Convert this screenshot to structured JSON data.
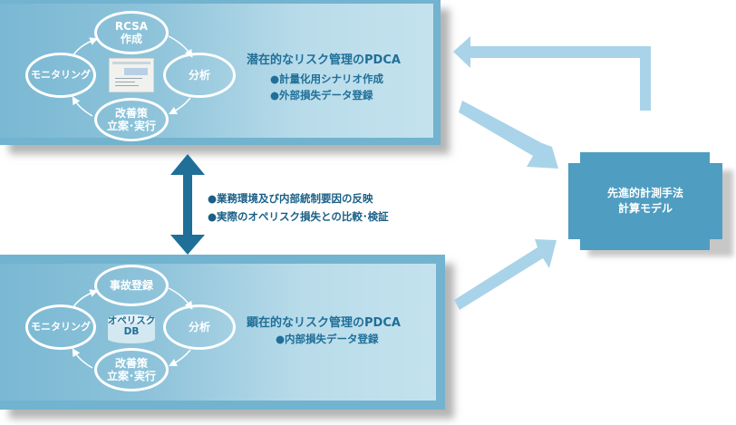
{
  "top_panel": {
    "cycle": {
      "top": "RCSA\n作成",
      "right": "分析",
      "bottom": "改善策\n立案･実行",
      "left": "モニタリング"
    },
    "center_icon": "application-screenshot-thumbnail",
    "title": "潜在的なリスク管理のPDCA",
    "bullets": [
      "●計量化用シナリオ作成",
      "●外部損失データ登録"
    ]
  },
  "middle": {
    "bullets": [
      "●業務環境及び内部統制要因の反映",
      "●実際のオペリスク損失との比較･検証"
    ]
  },
  "bottom_panel": {
    "cycle": {
      "top": "事故登録",
      "right": "分析",
      "bottom": "改善策\n立案･実行",
      "left": "モニタリング"
    },
    "center_db": "オペリスク\nDB",
    "title": "顕在的なリスク管理のPDCA",
    "bullets": [
      "●内部損失データ登録"
    ]
  },
  "model_box": {
    "text": "先進的計測手法\n計算モデル"
  },
  "colors": {
    "panel_frame": "#72b3cf",
    "panel_light": "#c4e2ee",
    "title_text": "#1f6f98",
    "bidirectional_arrow": "#1f6f98",
    "flow_arrow": "#a9d3e8",
    "model_box": "#4f9dc0"
  }
}
